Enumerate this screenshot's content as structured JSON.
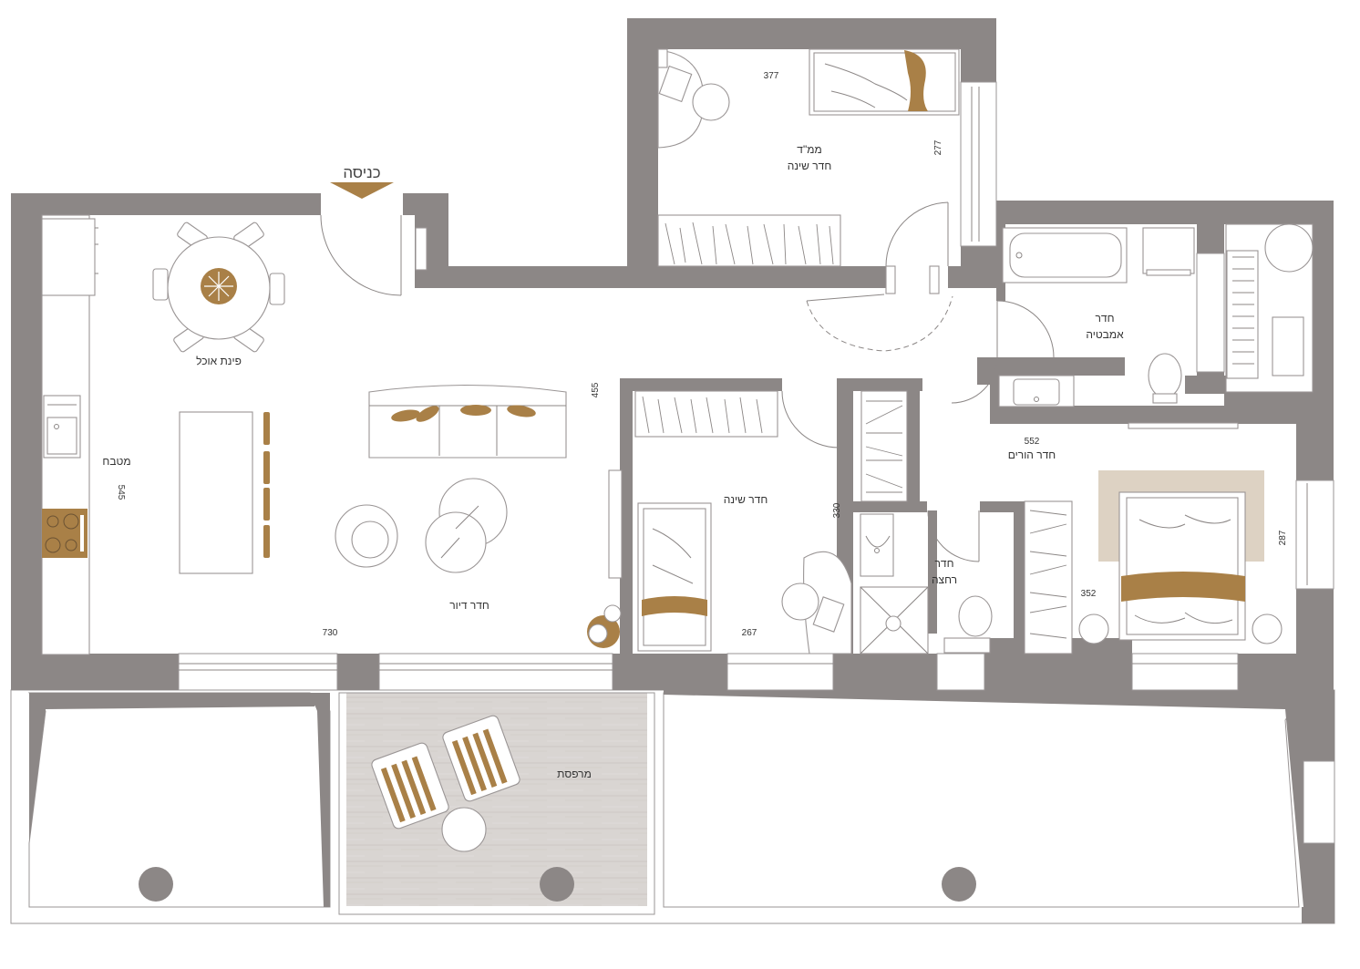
{
  "entrance": {
    "label": "כניסה"
  },
  "rooms": {
    "dining": "פינת אוכל",
    "kitchen": "מטבח",
    "living": "חדר דיור",
    "safe_room_line1": "ממ\"ד",
    "safe_room_line2": "חדר שינה",
    "bedroom": "חדר שינה",
    "bath_line1": "חדר",
    "bath_line2": "אמבטיה",
    "shower_line1": "חדר",
    "shower_line2": "רחצה",
    "master": "חדר הורים",
    "balcony": "מרפסת"
  },
  "dimensions": {
    "kitchen": "545",
    "living_depth": "455",
    "living_width": "730",
    "safe_width": "377",
    "safe_depth": "277",
    "bedroom_depth": "330",
    "bedroom_width": "267",
    "master_width": "552",
    "master_depth": "287",
    "master_side": "352"
  },
  "colors": {
    "wall": "#8c8786",
    "accent": "#a98047",
    "deck": "#d9d5d2",
    "rug": "#ddd2c3"
  }
}
